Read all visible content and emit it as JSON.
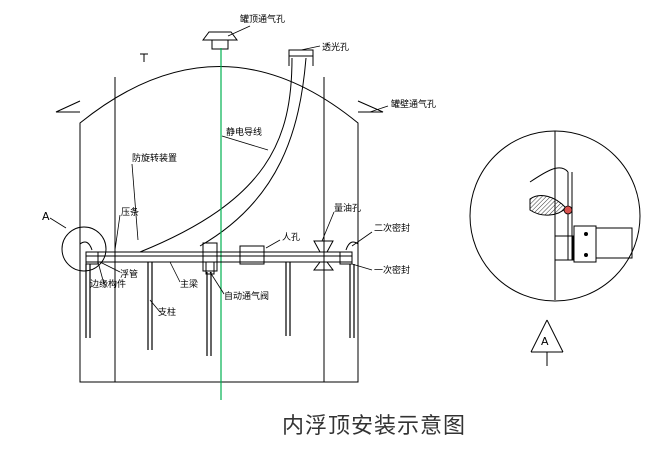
{
  "title": "内浮顶安装示意图",
  "labels": {
    "tank_top_vent": "罐顶通气孔",
    "light_hole": "透光孔",
    "wall_vent": "罐壁通气孔",
    "static_wire": "静电导线",
    "anti_rotation": "防旋转装置",
    "press_bar": "压条",
    "gauge_hole": "量油孔",
    "second_seal": "二次密封",
    "manhole": "人孔",
    "first_seal": "一次密封",
    "float_tube": "浮管",
    "edge_member": "边缘构件",
    "main_beam": "主梁",
    "auto_vent_valve": "自动通气阀",
    "support_column": "支柱",
    "detail_a": "A",
    "detail_a_marker": "A"
  },
  "colors": {
    "line": "#000000",
    "center_line": "#00b050",
    "hatch_fill": "#555555"
  }
}
